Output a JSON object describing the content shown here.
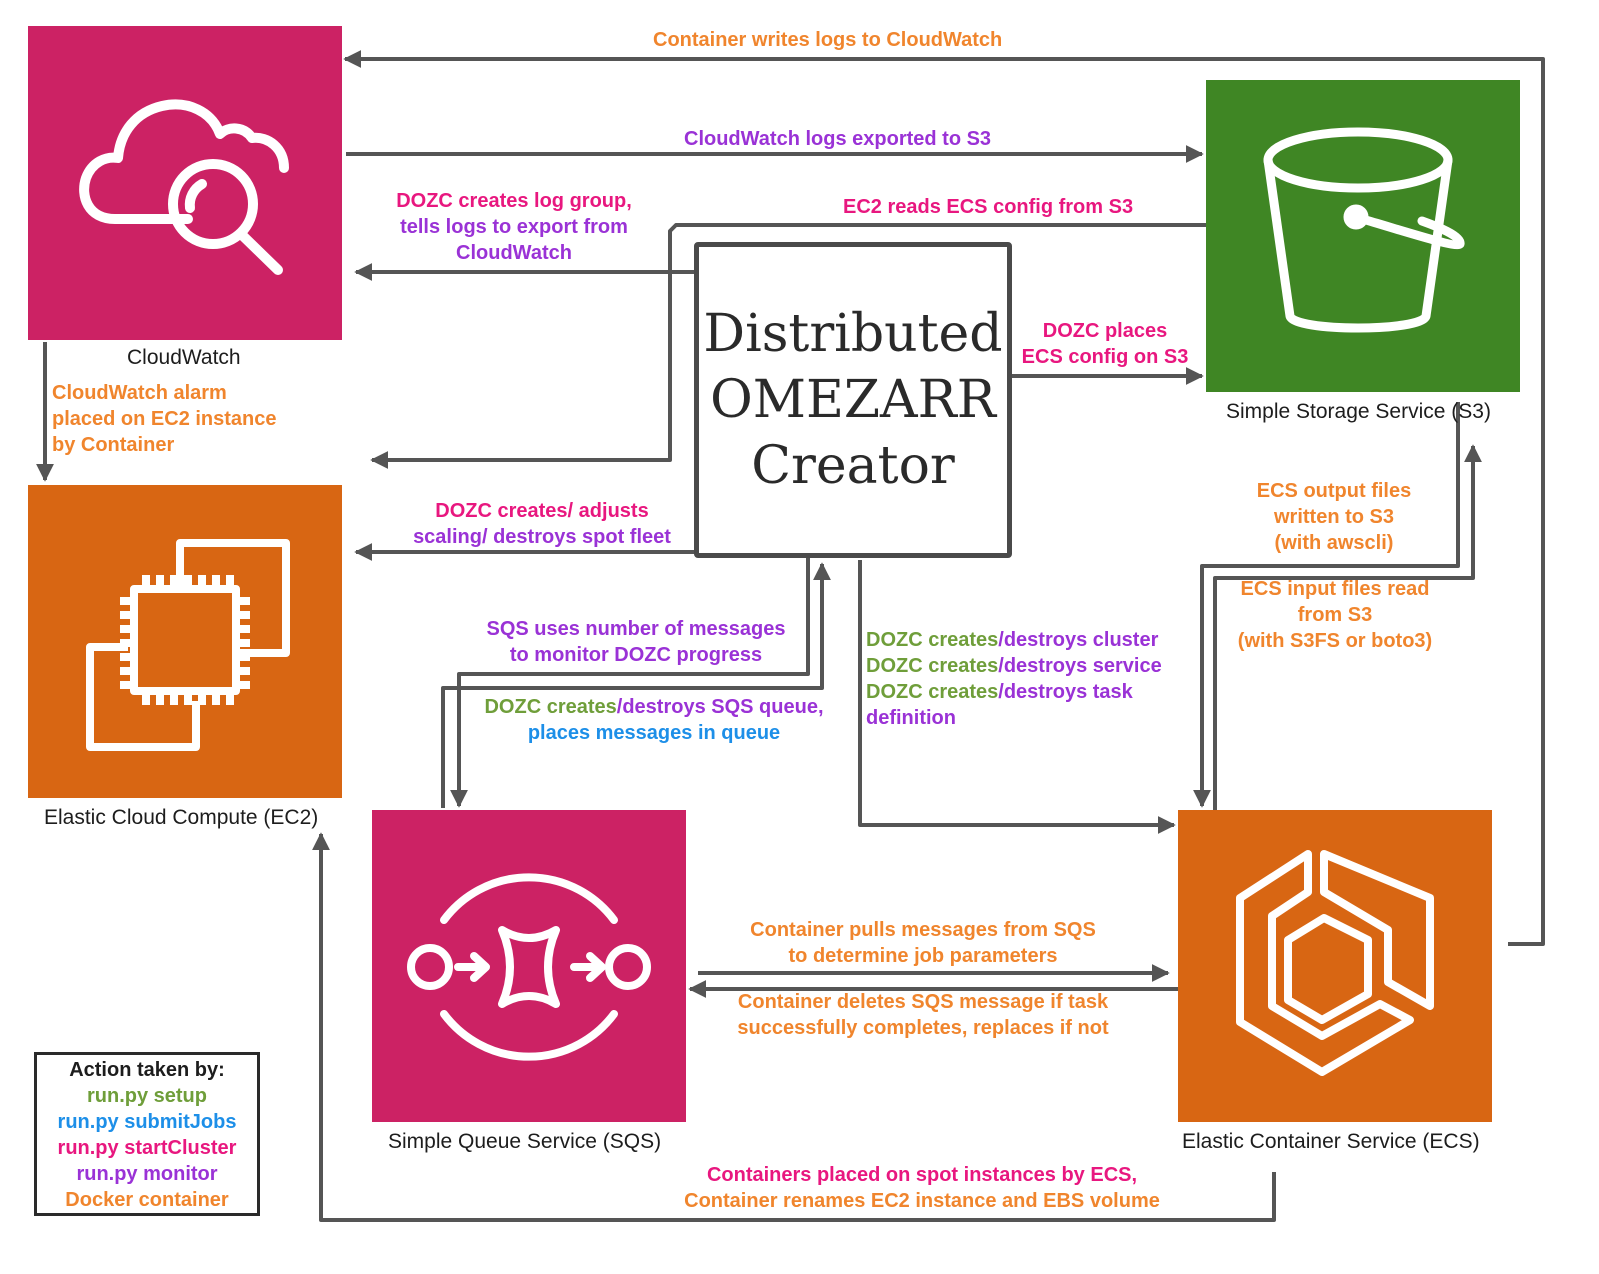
{
  "center": {
    "title": "Distributed\nOMEZARR\nCreator"
  },
  "services": {
    "cloudwatch": {
      "label": "CloudWatch",
      "color": "#cc2264"
    },
    "s3": {
      "label": "Simple Storage Service (S3)",
      "color": "#3f8624"
    },
    "ec2": {
      "label": "Elastic Cloud Compute (EC2)",
      "color": "#d86613"
    },
    "sqs": {
      "label": "Simple Queue Service (SQS)",
      "color": "#cc2264"
    },
    "ecs": {
      "label": "Elastic Container Service (ECS)",
      "color": "#d86613"
    }
  },
  "arrows": {
    "logs_to_cloudwatch": "Container writes logs to CloudWatch",
    "logs_exported": "CloudWatch logs exported to S3",
    "log_group": [
      "DOZC creates log group,",
      "tells logs to export from",
      "CloudWatch"
    ],
    "ec2_reads_config": "EC2 reads ECS config from S3",
    "places_config": [
      "DOZC places",
      "ECS config on S3"
    ],
    "alarm": [
      "CloudWatch alarm",
      "placed on EC2 instance",
      "by Container"
    ],
    "spot_fleet": [
      "DOZC creates/ adjusts",
      "scaling/ destroys spot fleet"
    ],
    "output_files": [
      "ECS output files",
      "written to S3",
      "(with awscli)"
    ],
    "input_files": [
      "ECS input files read",
      "from S3",
      "(with S3FS or boto3)"
    ],
    "sqs_monitor": [
      "SQS uses number of messages",
      "to monitor DOZC progress"
    ],
    "sqs_queue": {
      "a": "DOZC creates",
      "b": "/destroys SQS queue,",
      "c": "places messages in queue"
    },
    "ecs_mgmt": {
      "cluster_a": "DOZC creates",
      "cluster_b": "/destroys cluster",
      "service_a": "DOZC creates",
      "service_b": "/destroys service",
      "task_a": "DOZC creates",
      "task_b": "/destroys task",
      "task_c": "definition"
    },
    "pulls": [
      "Container pulls messages from SQS",
      "to determine job parameters"
    ],
    "deletes": [
      "Container deletes SQS message if task",
      "successfully completes, replaces if not"
    ],
    "spot_instances": [
      "Containers placed on spot instances by ECS,",
      "Container renames EC2 instance and EBS volume"
    ]
  },
  "legend": {
    "title": "Action taken by:",
    "setup": "run.py setup",
    "submit": "run.py submitJobs",
    "start": "run.py startCluster",
    "monitor": "run.py monitor",
    "docker": "Docker container"
  },
  "colors": {
    "line": "#555555",
    "orange": "#f0852d",
    "purple": "#9a32d6",
    "pink": "#e8177f",
    "green": "#6f9e3a",
    "blue": "#1d8fe8"
  }
}
